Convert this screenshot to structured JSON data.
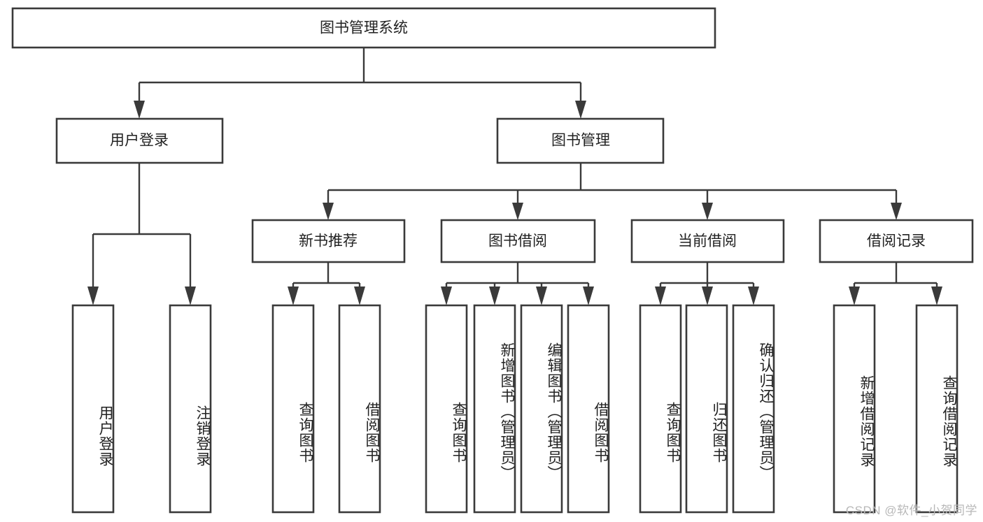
{
  "diagram": {
    "title": "图书管理系统",
    "type": "hierarchy-tree",
    "orientation": "top-down",
    "levels": 4,
    "root": {
      "id": "root",
      "label": "图书管理系统",
      "orientation": "horizontal"
    },
    "level2": [
      {
        "id": "user-login",
        "label": "用户登录",
        "orientation": "horizontal"
      },
      {
        "id": "book-manage",
        "label": "图书管理",
        "orientation": "horizontal"
      }
    ],
    "level3": [
      {
        "id": "new-book-recommend",
        "label": "新书推荐",
        "parent": "book-manage",
        "orientation": "horizontal"
      },
      {
        "id": "book-borrow",
        "label": "图书借阅",
        "parent": "book-manage",
        "orientation": "horizontal"
      },
      {
        "id": "current-borrow",
        "label": "当前借阅",
        "parent": "book-manage",
        "orientation": "horizontal"
      },
      {
        "id": "borrow-record",
        "label": "借阅记录",
        "parent": "book-manage",
        "orientation": "horizontal"
      }
    ],
    "leaves": [
      {
        "id": "leaf-user-login",
        "label": "用户登录",
        "parent": "user-login",
        "orientation": "vertical"
      },
      {
        "id": "leaf-logout-login",
        "label": "注销登录",
        "parent": "user-login",
        "orientation": "vertical"
      },
      {
        "id": "leaf-query-book-1",
        "label": "查询图书",
        "parent": "new-book-recommend",
        "orientation": "vertical"
      },
      {
        "id": "leaf-borrow-book-1",
        "label": "借阅图书",
        "parent": "new-book-recommend",
        "orientation": "vertical"
      },
      {
        "id": "leaf-query-book-2",
        "label": "查询图书",
        "parent": "book-borrow",
        "orientation": "vertical"
      },
      {
        "id": "leaf-add-book",
        "label": "新增图书（管理员）",
        "parent": "book-borrow",
        "orientation": "vertical"
      },
      {
        "id": "leaf-edit-book",
        "label": "编辑图书（管理员）",
        "parent": "book-borrow",
        "orientation": "vertical"
      },
      {
        "id": "leaf-borrow-book-2",
        "label": "借阅图书",
        "parent": "book-borrow",
        "orientation": "vertical"
      },
      {
        "id": "leaf-query-book-3",
        "label": "查询图书",
        "parent": "current-borrow",
        "orientation": "vertical"
      },
      {
        "id": "leaf-return-book",
        "label": "归还图书",
        "parent": "current-borrow",
        "orientation": "vertical"
      },
      {
        "id": "leaf-confirm-return",
        "label": "确认归还（管理员）",
        "parent": "current-borrow",
        "orientation": "vertical"
      },
      {
        "id": "leaf-add-record",
        "label": "新增借阅记录",
        "parent": "borrow-record",
        "orientation": "vertical"
      },
      {
        "id": "leaf-query-record",
        "label": "查询借阅记录",
        "parent": "borrow-record",
        "orientation": "vertical"
      }
    ],
    "watermark": "CSDN @软件_小贺同学",
    "colors": {
      "stroke": "#3a3a3a",
      "fill": "#ffffff",
      "text": "#222222",
      "watermark": "#b8b8b8"
    }
  }
}
